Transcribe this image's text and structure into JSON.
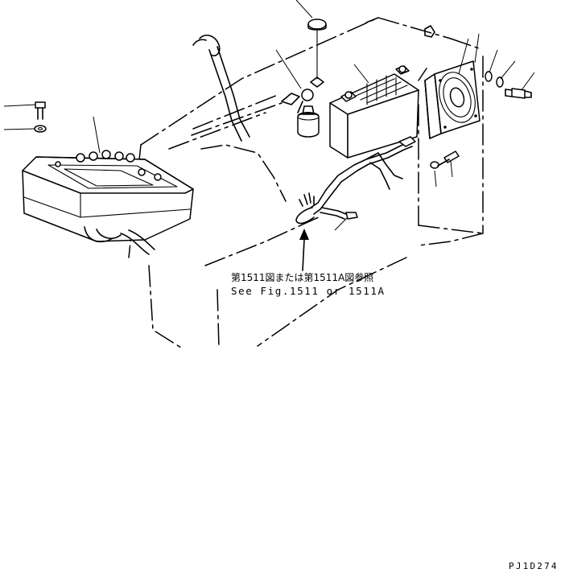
{
  "reference_note": {
    "japanese": "第1511図または第1511A図参照",
    "english": "See Fig.1511 or 1511A"
  },
  "drawing_code": "PJ1D274"
}
